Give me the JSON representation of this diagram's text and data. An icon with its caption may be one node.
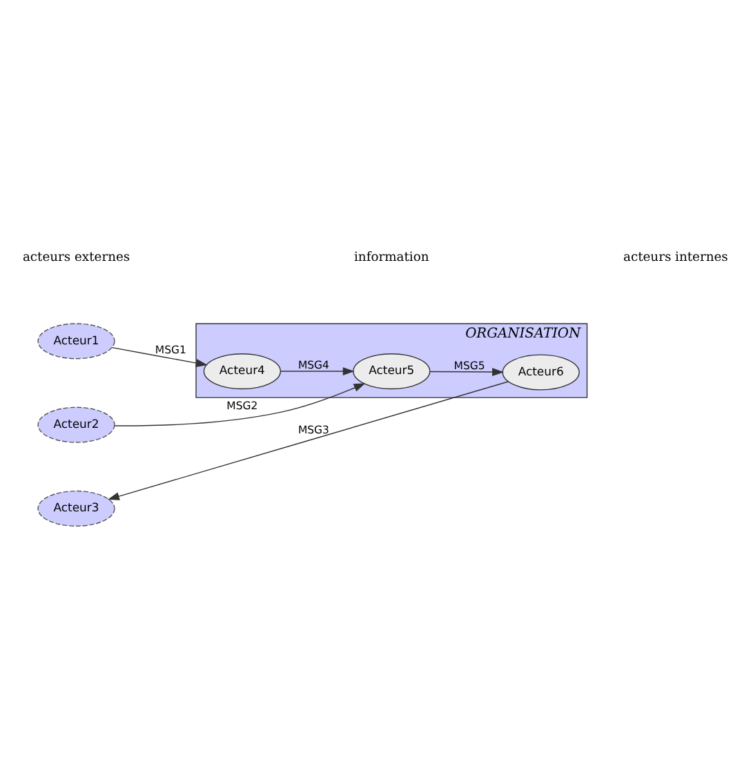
{
  "diagram": {
    "nodes": [
      {
        "text": [
          "Acteur1"
        ]
      },
      {
        "text": [
          "Acteur2"
        ]
      },
      {
        "text": [
          "Acteur3"
        ]
      },
      {
        "text": [
          "ORGANISATION"
        ]
      },
      {
        "text": [
          "Acteur4"
        ],
        "in": 3
      },
      {
        "text": [
          "Acteur5"
        ],
        "in": 3
      },
      {
        "text": [
          "Acteur6"
        ],
        "in": 3
      }
    ],
    "edges": [
      {
        "from": 0,
        "to": 4,
        "arrow": "to",
        "label": "MSG1"
      },
      {
        "from": 1,
        "to": 5,
        "arrow": "to",
        "label": "MSG2"
      },
      {
        "from": 6,
        "to": 2,
        "arrow": "to",
        "label": "MSG3"
      },
      {
        "from": 4,
        "to": 5,
        "arrow": "to",
        "label": "MSG4"
      },
      {
        "from": 5,
        "to": 6,
        "arrow": "to",
        "label": "MSG5"
      }
    ],
    "labels": [
      "acteurs externes",
      "information",
      "acteurs internes"
    ]
  }
}
